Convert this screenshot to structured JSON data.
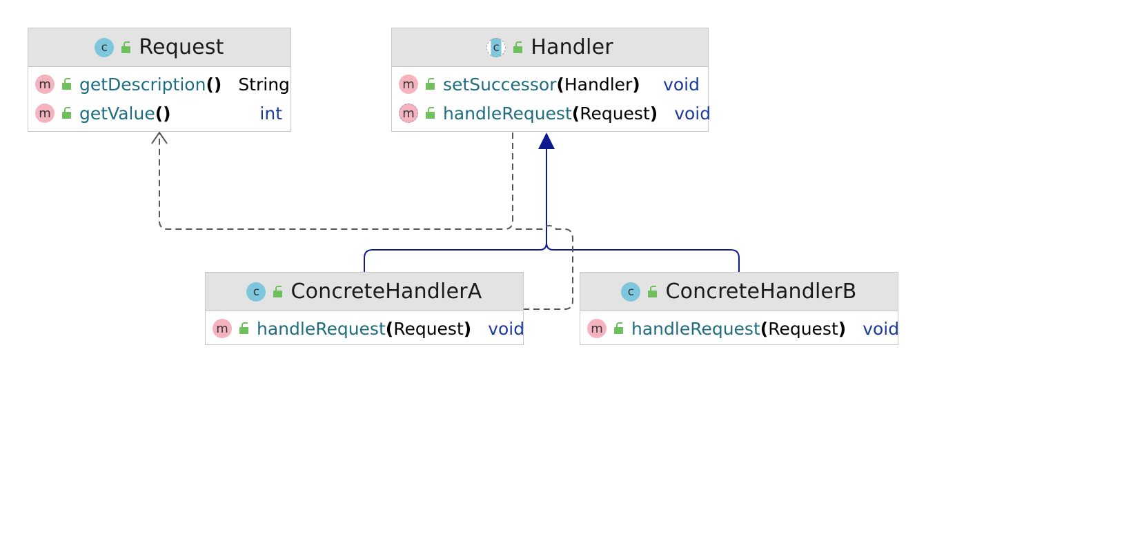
{
  "diagram": {
    "classes": [
      {
        "id": "request",
        "name": "Request",
        "kind": "class",
        "members": [
          {
            "name": "getDescription",
            "params": "",
            "type": "String",
            "type_kind": "ref"
          },
          {
            "name": "getValue",
            "params": "",
            "type": "int",
            "type_kind": "keyword"
          }
        ]
      },
      {
        "id": "handler",
        "name": "Handler",
        "kind": "abstract",
        "members": [
          {
            "name": "setSuccessor",
            "params": "Handler",
            "type": "void",
            "type_kind": "keyword"
          },
          {
            "name": "handleRequest",
            "params": "Request",
            "type": "void",
            "type_kind": "keyword",
            "abstract": true
          }
        ]
      },
      {
        "id": "concrete-a",
        "name": "ConcreteHandlerA",
        "kind": "class",
        "members": [
          {
            "name": "handleRequest",
            "params": "Request",
            "type": "void",
            "type_kind": "keyword"
          }
        ]
      },
      {
        "id": "concrete-b",
        "name": "ConcreteHandlerB",
        "kind": "class",
        "members": [
          {
            "name": "handleRequest",
            "params": "Request",
            "type": "void",
            "type_kind": "keyword"
          }
        ]
      }
    ],
    "relations": [
      {
        "from": "concrete-a",
        "to": "handler",
        "type": "inheritance"
      },
      {
        "from": "concrete-b",
        "to": "handler",
        "type": "inheritance"
      },
      {
        "from": "handler",
        "to": "request",
        "type": "dependency"
      },
      {
        "from": "concrete-a",
        "to": "request",
        "type": "dependency"
      }
    ],
    "badges": {
      "class": "c",
      "method": "m"
    },
    "colors": {
      "inheritance": "#0c1a8e",
      "dependency": "#555555",
      "header_bg": "#e3e3e3",
      "border": "#c7c7c7",
      "class_badge": "#7ec6dc",
      "method_badge": "#f4b3bf",
      "visibility_lock": "#6fbf5c",
      "member_name": "#1f6d80",
      "keyword_type": "#1a3a9e"
    }
  }
}
